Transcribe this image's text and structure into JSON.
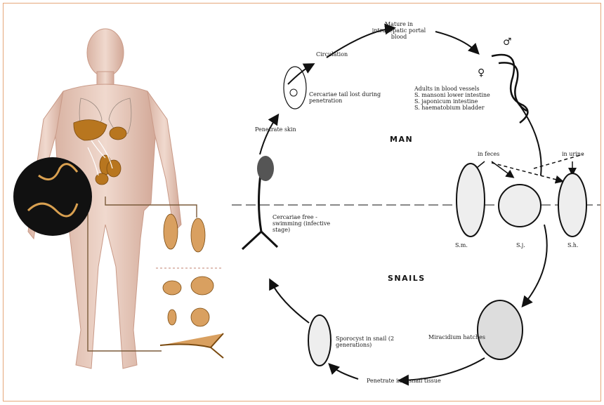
{
  "labels": {
    "mature": "Mature in intrahepatic portal blood",
    "circulation": "Circulation",
    "cercariae_tail": "Cercariae tail lost during penetration",
    "penetrate": "Penetrate skin",
    "adults_title": "Adults in blood vessels",
    "adults_1": "S. mansoni  lower intestine",
    "adults_2": "S. japonicum  intestine",
    "adults_3": "S. haematobium  bladder",
    "man": "MAN",
    "in_feces": "in feces",
    "in_urine": "in urine",
    "cercariae_free": "Cercariae free - swimming (infective stage)",
    "egg_sm": "S.m.",
    "egg_sj": "S.j.",
    "egg_sh": "S.h.",
    "snails": "SNAILS",
    "sporocyst": "Sporocyst in snail (2 generations)",
    "miracidium": "Miracidium hatches",
    "penetrate_snail": "Penetrate into snail tissue"
  },
  "symbols": {
    "male": "♂",
    "female": "♀"
  },
  "colors": {
    "frame": "#e6a77a",
    "skin": "#e8c9b9",
    "organ": "#b8761f",
    "ink": "#111111"
  }
}
